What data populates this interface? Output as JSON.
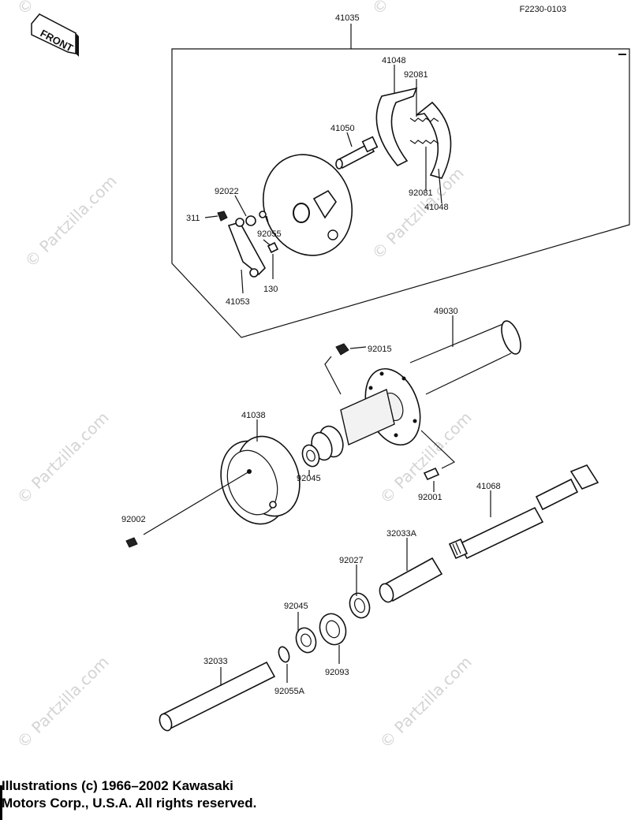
{
  "diagram_code": "F2230-0103",
  "front_label": "FRONT",
  "watermark": "© Partzilla.com",
  "copyright": {
    "line1": "Illustrations (c) 1966–2002 Kawasaki",
    "line2": "Motors Corp., U.S.A.  All rights reserved."
  },
  "parts": {
    "p41035": "41035",
    "p41048a": "41048",
    "p92081a": "92081",
    "p41050": "41050",
    "p92022": "92022",
    "p311": "311",
    "p92055": "92055",
    "p92081b": "92081",
    "p41048b": "41048",
    "p130": "130",
    "p41053": "41053",
    "p49030": "49030",
    "p92015": "92015",
    "p41038": "41038",
    "p92045a": "92045",
    "p92001": "92001",
    "p41068": "41068",
    "p92002": "92002",
    "p32033A": "32033A",
    "p92027": "92027",
    "p92045b": "92045",
    "p32033": "32033",
    "p92093": "92093",
    "p92055A": "92055A"
  }
}
